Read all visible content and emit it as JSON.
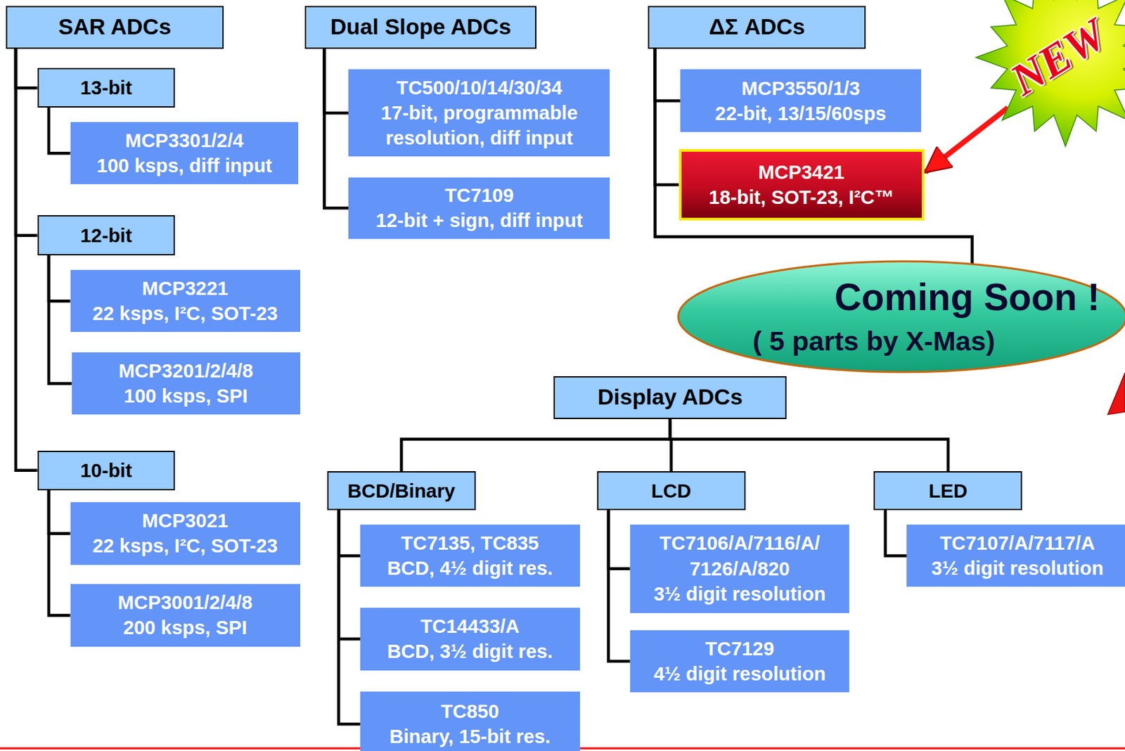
{
  "diagram": {
    "nodes": [
      {
        "text": [
          "SAR ADCs"
        ]
      },
      {
        "text": [
          "13-bit"
        ]
      },
      {
        "text": [
          "MCP3301/2/4",
          "100 ksps, diff input"
        ]
      },
      {
        "text": [
          "12-bit"
        ]
      },
      {
        "text": [
          "MCP3221",
          "22 ksps, I²C, SOT-23"
        ]
      },
      {
        "text": [
          "MCP3201/2/4/8",
          "100 ksps, SPI"
        ]
      },
      {
        "text": [
          "10-bit"
        ]
      },
      {
        "text": [
          "MCP3021",
          "22 ksps, I²C, SOT-23"
        ]
      },
      {
        "text": [
          "MCP3001/2/4/8",
          "200 ksps, SPI"
        ]
      },
      {
        "text": [
          "Dual Slope ADCs"
        ]
      },
      {
        "text": [
          "TC500/10/14/30/34",
          "17-bit, programmable resolution, diff input"
        ]
      },
      {
        "text": [
          "TC7109",
          "12-bit + sign, diff input"
        ]
      },
      {
        "text": [
          "ΔΣ ADCs"
        ]
      },
      {
        "text": [
          "MCP3550/1/3",
          "22-bit, 13/15/60sps"
        ]
      },
      {
        "text": [
          "MCP3421",
          "18-bit, SOT-23, I²C™"
        ]
      },
      {
        "text": [
          "NEW"
        ]
      },
      {
        "text": [
          "Coming Soon !",
          "( 5 parts by X-Mas)"
        ]
      },
      {
        "text": [
          "Display ADCs"
        ]
      },
      {
        "text": [
          "BCD/Binary"
        ]
      },
      {
        "text": [
          "TC7135, TC835",
          "BCD, 4½ digit res."
        ]
      },
      {
        "text": [
          "TC14433/A",
          "BCD, 3½ digit res."
        ]
      },
      {
        "text": [
          "TC850",
          "Binary, 15-bit res."
        ]
      },
      {
        "text": [
          "LCD"
        ]
      },
      {
        "text": [
          "TC7106/A/7116/A/ 7126/A/820",
          "3½ digit resolution"
        ]
      },
      {
        "text": [
          "TC7129",
          "4½ digit resolution"
        ]
      },
      {
        "text": [
          "LED"
        ]
      },
      {
        "text": [
          "TC7107/A/7117/A",
          "3½ digit resolution"
        ]
      }
    ],
    "edges": [
      {
        "from": 0,
        "to": 1,
        "arrow": "none"
      },
      {
        "from": 1,
        "to": 2,
        "arrow": "none"
      },
      {
        "from": 0,
        "to": 3,
        "arrow": "none"
      },
      {
        "from": 3,
        "to": 4,
        "arrow": "none"
      },
      {
        "from": 3,
        "to": 5,
        "arrow": "none"
      },
      {
        "from": 0,
        "to": 6,
        "arrow": "none"
      },
      {
        "from": 6,
        "to": 7,
        "arrow": "none"
      },
      {
        "from": 6,
        "to": 8,
        "arrow": "none"
      },
      {
        "from": 9,
        "to": 10,
        "arrow": "none"
      },
      {
        "from": 9,
        "to": 11,
        "arrow": "none"
      },
      {
        "from": 12,
        "to": 13,
        "arrow": "none"
      },
      {
        "from": 12,
        "to": 14,
        "arrow": "none"
      },
      {
        "from": 12,
        "to": 16,
        "arrow": "none"
      },
      {
        "from": 15,
        "to": 14,
        "arrow": "to"
      },
      {
        "from": 17,
        "to": 18,
        "arrow": "none"
      },
      {
        "from": 17,
        "to": 22,
        "arrow": "none"
      },
      {
        "from": 17,
        "to": 25,
        "arrow": "none"
      },
      {
        "from": 18,
        "to": 19,
        "arrow": "none"
      },
      {
        "from": 18,
        "to": 20,
        "arrow": "none"
      },
      {
        "from": 18,
        "to": 21,
        "arrow": "none"
      },
      {
        "from": 22,
        "to": 23,
        "arrow": "none"
      },
      {
        "from": 22,
        "to": 24,
        "arrow": "none"
      },
      {
        "from": 25,
        "to": 26,
        "arrow": "none"
      }
    ]
  }
}
